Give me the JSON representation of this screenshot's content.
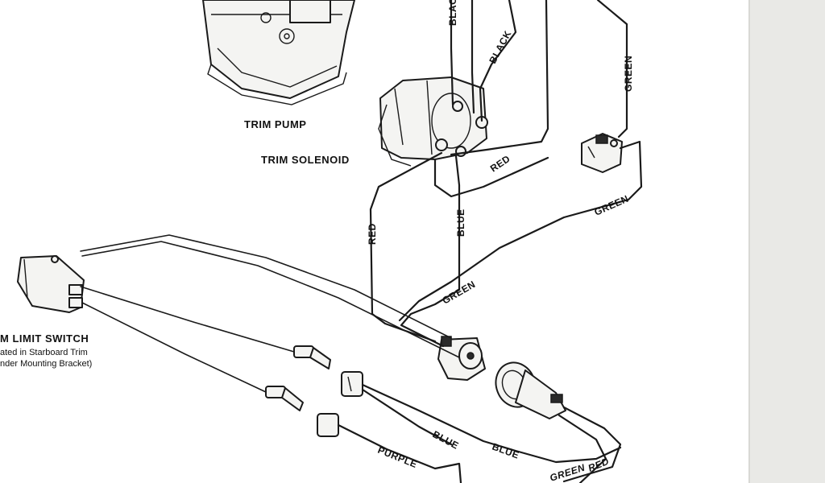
{
  "components": {
    "trim_pump": "TRIM PUMP",
    "trim_solenoid": "TRIM SOLENOID",
    "limit_switch_line1": "M LIMIT SWITCH",
    "limit_switch_line2": "ated in Starboard Trim",
    "limit_switch_line3": "nder Mounting Bracket)"
  },
  "wire_labels": {
    "black_top": "BLACK",
    "black_diag": "BLACK",
    "green_right": "GREEN",
    "red_mid": "RED",
    "red_left": "RED",
    "blue_mid": "BLUE",
    "green_lower_right": "GREEN",
    "green_center": "GREEN",
    "blue_bottom_a": "BLUE",
    "blue_bottom_b": "BLUE",
    "purple_bottom": "PURPLE",
    "green_bottom": "GREEN",
    "red_bottom": "RED"
  },
  "colors": {
    "ink": "#1a1a1a",
    "paper": "#ffffff"
  }
}
